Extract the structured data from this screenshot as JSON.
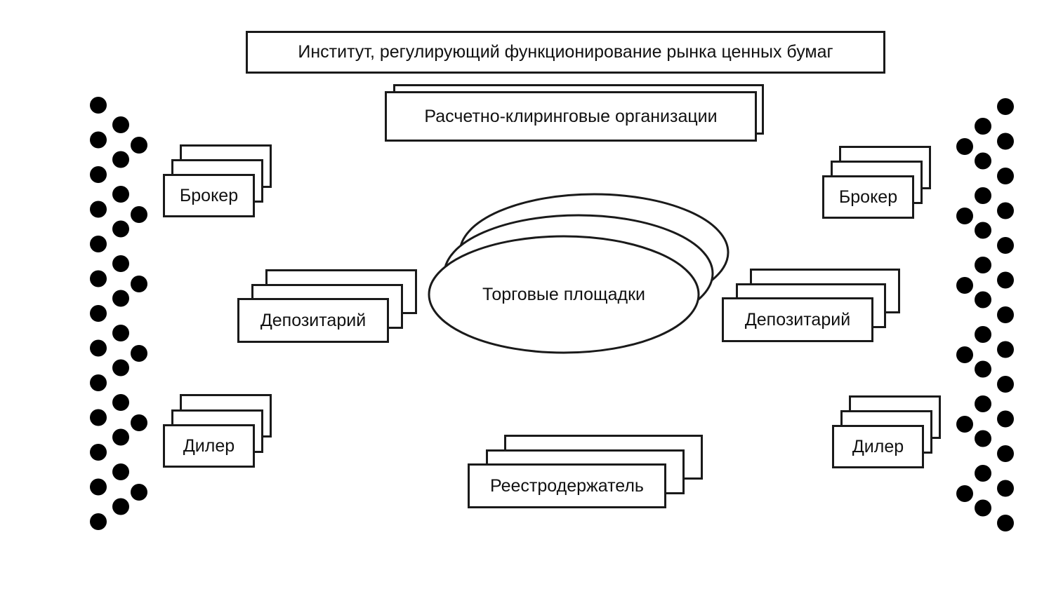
{
  "title": "Институт, регулирующий функционирование рынка ценных бумаг",
  "clearing": "Расчетно-клиринговые организации",
  "trading": "Торговые площадки",
  "left": {
    "broker": "Брокер",
    "depository": "Депозитарий",
    "dealer": "Дилер"
  },
  "right": {
    "broker": "Брокер",
    "depository": "Депозитарий",
    "dealer": "Дилер"
  },
  "registrar": "Реестродержатель"
}
